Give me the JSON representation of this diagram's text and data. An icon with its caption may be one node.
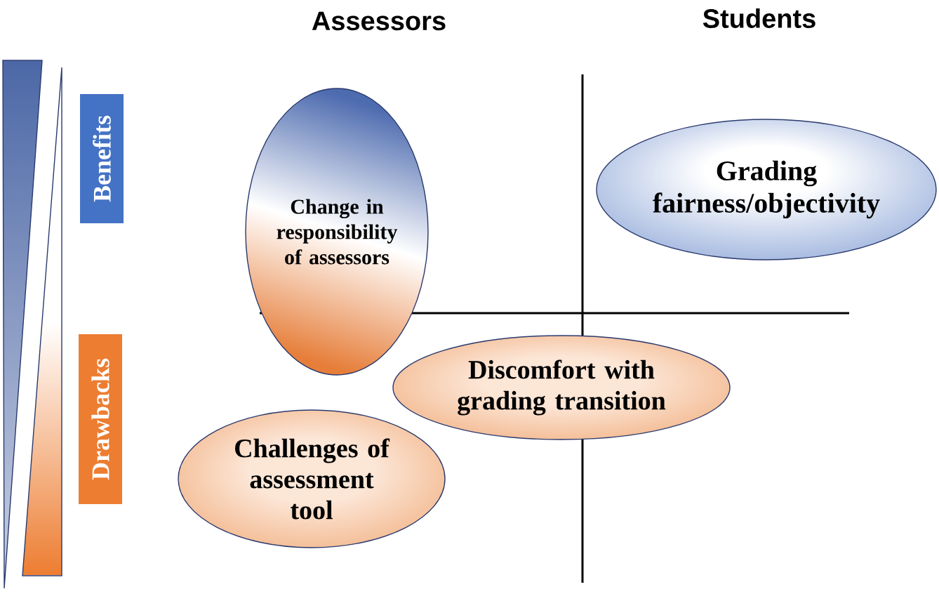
{
  "diagram": {
    "nodes": [
      {
        "text": [
          "Benefits"
        ]
      },
      {
        "text": [
          "Change in responsibility of assessors"
        ]
      },
      {
        "text": [
          "Grading fairness/objectivity"
        ]
      },
      {
        "text": [
          "Drawbacks"
        ]
      },
      {
        "text": [
          "Discomfort with grading transition"
        ]
      },
      {
        "text": [
          "Challenges of assessment tool"
        ]
      }
    ],
    "labels": [
      "Assessors",
      "Students"
    ]
  }
}
